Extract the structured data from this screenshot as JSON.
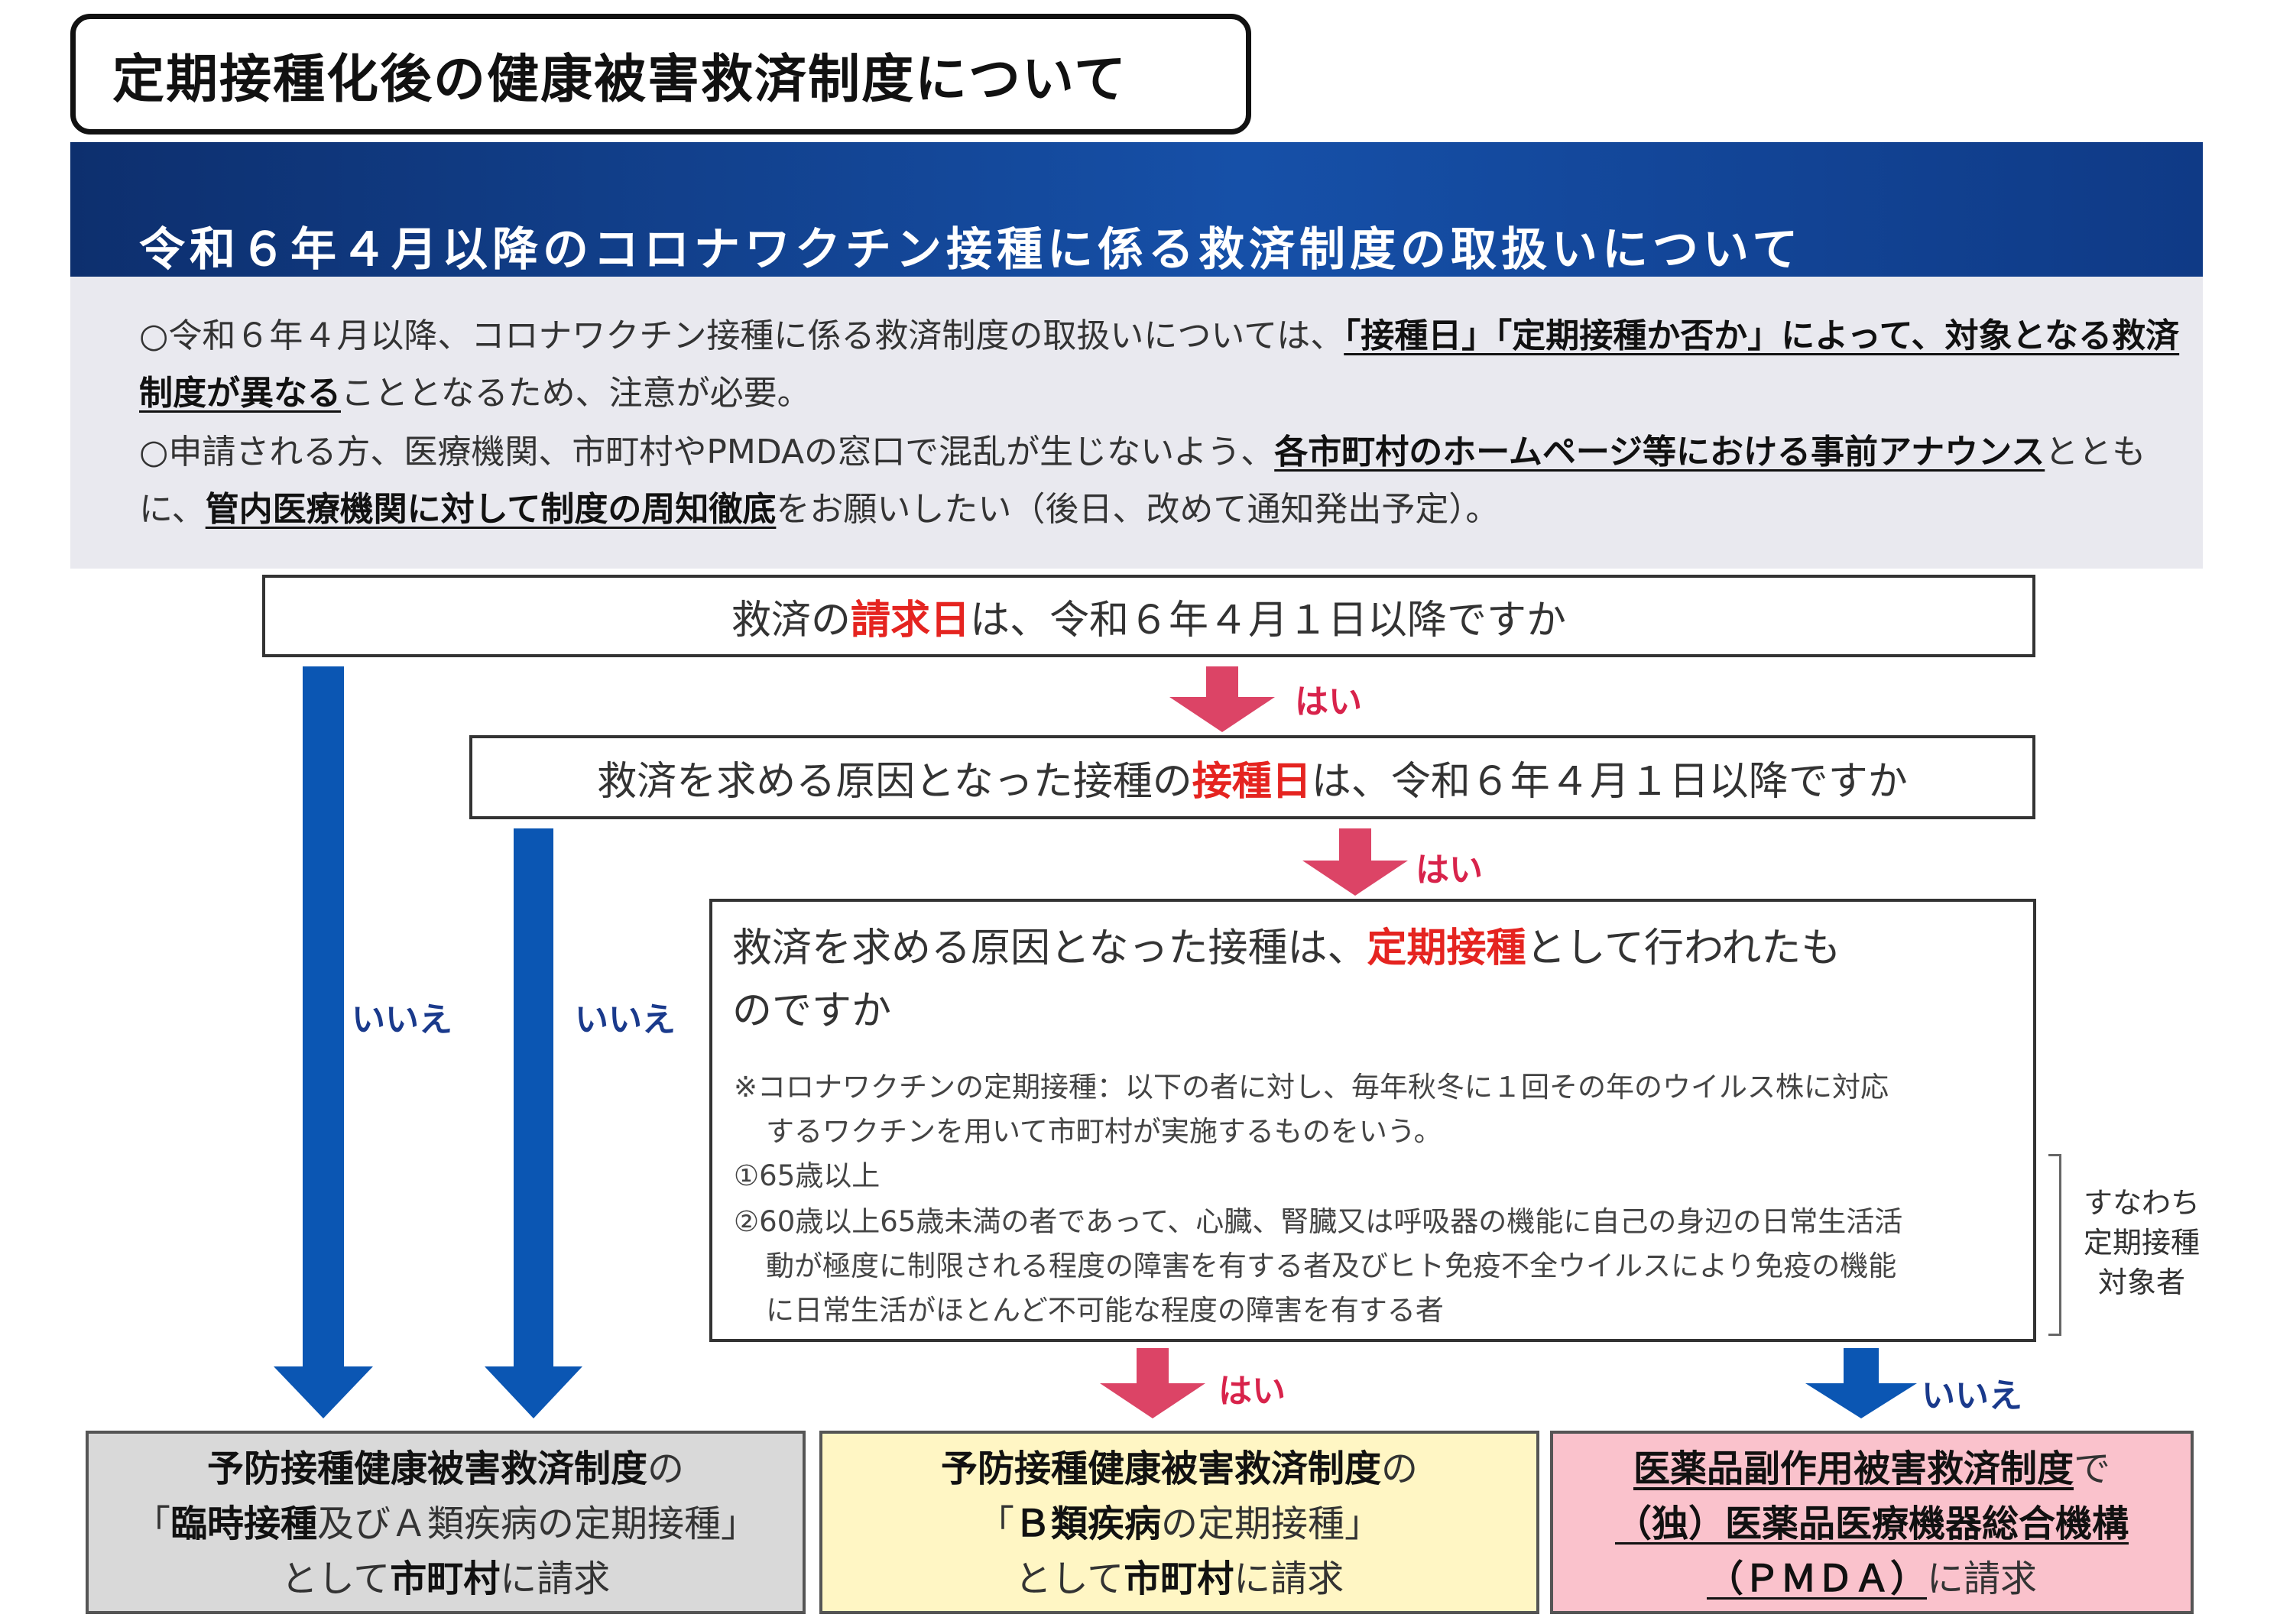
{
  "title": "定期接種化後の健康被害救済制度について",
  "banner": "令和６年４月以降のコロナワクチン接種に係る救済制度の取扱いについて",
  "info": {
    "p1_a": "○令和６年４月以降、コロナワクチン接種に係る救済制度の取扱いについては、",
    "p1_u": "「接種日」「定期接種か否か」によって、対象となる救済制度が異なる",
    "p1_b": "こととなるため、注意が必要。",
    "p2_a": "○申請される方、医療機関、市町村やPMDAの窓口で混乱が生じないよう、",
    "p2_u1": "各市町村のホームページ等における事前アナウンス",
    "p2_b": "とともに、",
    "p2_u2": "管内医療機関に対して制度の周知徹底",
    "p2_c": "をお願いしたい（後日、改めて通知発出予定）。"
  },
  "q1": {
    "a": "救済の",
    "hl": "請求日",
    "b": "は、令和６年４月１日以降ですか"
  },
  "q2": {
    "a": "救済を求める原因となった接種の",
    "hl": "接種日",
    "b": "は、令和６年４月１日以降ですか"
  },
  "q3": {
    "a": "救済を求める原因となった接種は、",
    "hl": "定期接種",
    "b": "として行われたも",
    "line2": "のですか",
    "note1": "※コロナワクチンの定期接種：以下の者に対し、毎年秋冬に１回その年のウイルス株に対応",
    "note2": "するワクチンを用いて市町村が実施するものをいう。",
    "item1": "①65歳以上",
    "item2a": "②60歳以上65歳未満の者であって、心臓、腎臓又は呼吸器の機能に自己の身辺の日常生活活",
    "item2b": "動が極度に制限される程度の障害を有する者及びヒト免疫不全ウイルスにより免疫の機能",
    "item2c": "に日常生活がほとんど不可能な程度の障害を有する者"
  },
  "side_note": [
    "すなわち",
    "定期接種",
    "対象者"
  ],
  "labels": {
    "yes": "はい",
    "no": "いいえ"
  },
  "results": {
    "r1": {
      "l1b": "予防接種健康被害救済制度",
      "l1": "の",
      "l2a": "「",
      "l2b": "臨時接種",
      "l2c": "及び",
      "l2d": "Ａ類疾病の定期接種",
      "l2e": "」",
      "l3a": "として",
      "l3b": "市町村",
      "l3c": "に請求"
    },
    "r2": {
      "l1b": "予防接種健康被害救済制度",
      "l1": "の",
      "l2a": "「",
      "l2b": "Ｂ類疾病",
      "l2c": "の定期接種」",
      "l3a": "として",
      "l3b": "市町村",
      "l3c": "に請求"
    },
    "r3": {
      "l1b": "医薬品副作用被害救済制度",
      "l1": "で",
      "l2": "（独）医薬品医療機器総合機構",
      "l3u": "（ＰＭＤＡ）",
      "l3": "に請求"
    }
  },
  "colors": {
    "blue_arrow": "#0b56b3",
    "red_arrow": "#dc4466",
    "r1_bg": "#d9d9d9",
    "r2_bg": "#fff6c4",
    "r3_bg": "#fac2cc"
  }
}
